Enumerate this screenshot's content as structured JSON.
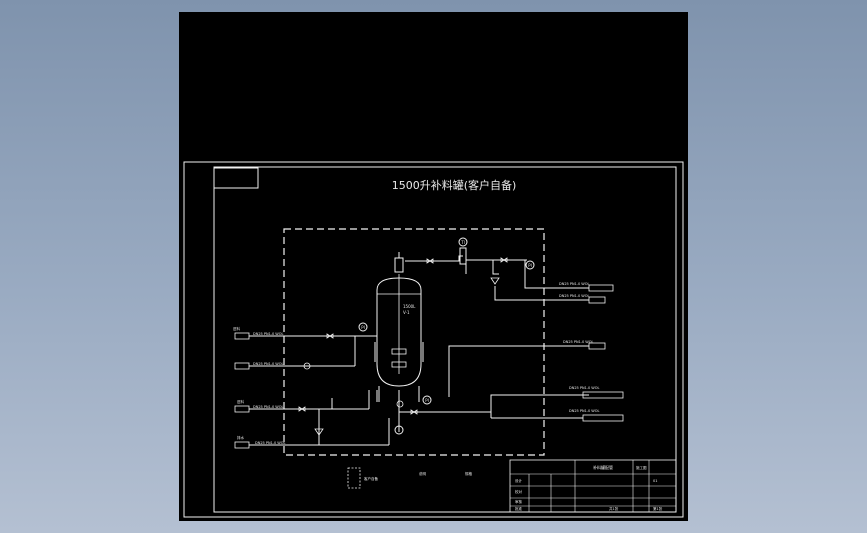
{
  "drawing": {
    "title": "1500升补料罐(客户自备)",
    "vessel_tag": "1500L",
    "vessel_id": "V-1",
    "instruments": [
      "TI",
      "PI",
      "PI",
      "PI"
    ],
    "left_inlets": [
      {
        "id": "L1",
        "tag": "进料",
        "text": "DN25 PN1.0 WOL"
      },
      {
        "id": "L2",
        "tag": "",
        "text": "DN25 PN1.0 WOL"
      },
      {
        "id": "L3",
        "tag": "进料",
        "text": "DN25 PN1.0 WOL"
      },
      {
        "id": "L4",
        "tag": "排水",
        "text": "DN25 PN1.0 WOL"
      }
    ],
    "right_outlets": [
      {
        "id": "R1",
        "text": "DN25 PN1.0 WOL"
      },
      {
        "id": "R2",
        "text": "DN25 PN1.0 WOL"
      },
      {
        "id": "R3",
        "text": "DN25 PN1.0 WOL"
      },
      {
        "id": "R4",
        "text": "DN25 PN1.0 WOL"
      },
      {
        "id": "R5",
        "text": "DN25 PN1.0 WOL"
      }
    ],
    "legend": [
      "客户自备",
      "说明",
      "规格"
    ],
    "title_block": {
      "project": "补料罐配管",
      "rows": [
        "设计",
        "校对",
        "审核",
        "批准"
      ],
      "stage": "施工图",
      "drawing_no": "01",
      "footer": [
        "共1张",
        "第1张"
      ]
    }
  },
  "colors": {
    "background": "#000000",
    "line": "#f2f2f2",
    "desktop": "#9aabc2"
  }
}
